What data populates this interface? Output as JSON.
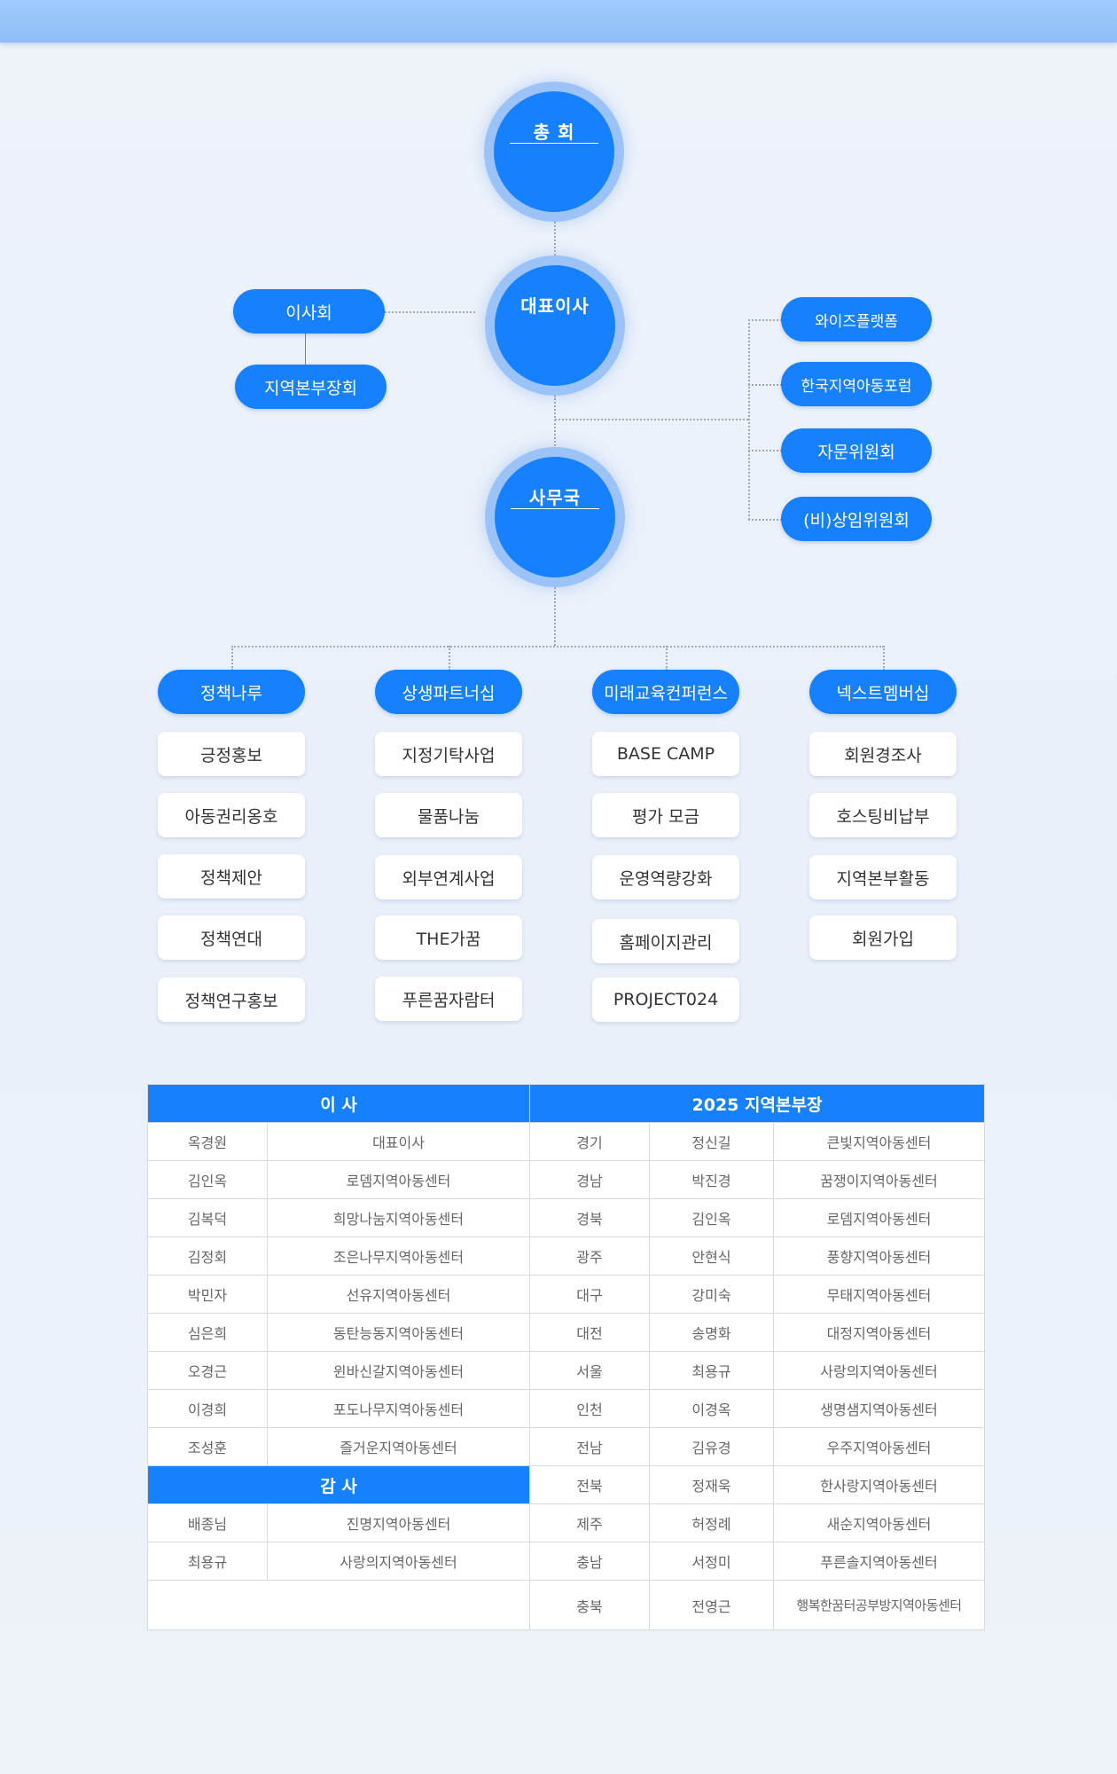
{
  "org": {
    "general_assembly": "총 회",
    "ceo": "대표이사",
    "secretariat": "사무국",
    "board": "이사회",
    "regional_heads_meeting": "지역본부장회",
    "side_units": [
      "와이즈플랫폼",
      "한국지역아동포럼",
      "자문위원회",
      "(비)상임위원회"
    ],
    "departments": [
      {
        "name": "정책나루",
        "items": [
          "긍정홍보",
          "아동권리옹호",
          "정책제안",
          "정책연대",
          "정책연구홍보"
        ]
      },
      {
        "name": "상생파트너십",
        "items": [
          "지정기탁사업",
          "물품나눔",
          "외부연계사업",
          "THE가꿈",
          "푸른꿈자람터"
        ]
      },
      {
        "name": "미래교육컨퍼런스",
        "items": [
          "BASE CAMP",
          "평가 모금",
          "운영역량강화",
          "홈페이지관리",
          "PROJECT024"
        ]
      },
      {
        "name": "넥스트멤버십",
        "items": [
          "회원경조사",
          "호스팅비납부",
          "지역본부활동",
          "회원가입"
        ]
      }
    ]
  },
  "directors": {
    "title": "이 사",
    "rows": [
      [
        "옥경원",
        "대표이사"
      ],
      [
        "김인옥",
        "로뎀지역아동센터"
      ],
      [
        "김복덕",
        "희망나눔지역아동센터"
      ],
      [
        "김정회",
        "조은나무지역아동센터"
      ],
      [
        "박민자",
        "선유지역아동센터"
      ],
      [
        "심은희",
        "동탄능동지역아동센터"
      ],
      [
        "오경근",
        "윈바신갈지역아동센터"
      ],
      [
        "이경희",
        "포도나무지역아동센터"
      ],
      [
        "조성훈",
        "즐거운지역아동센터"
      ]
    ]
  },
  "auditors": {
    "title": "감 사",
    "rows": [
      [
        "배종님",
        "진명지역아동센터"
      ],
      [
        "최용규",
        "사랑의지역아동센터"
      ]
    ]
  },
  "regional": {
    "title": "2025 지역본부장",
    "rows": [
      [
        "경기",
        "정신길",
        "큰빛지역아동센터"
      ],
      [
        "경남",
        "박진경",
        "꿈쟁이지역아동센터"
      ],
      [
        "경북",
        "김인옥",
        "로뎀지역아동센터"
      ],
      [
        "광주",
        "안현식",
        "풍향지역아동센터"
      ],
      [
        "대구",
        "강미숙",
        "무태지역아동센터"
      ],
      [
        "대전",
        "송명화",
        "대정지역아동센터"
      ],
      [
        "서울",
        "최용규",
        "사랑의지역아동센터"
      ],
      [
        "인천",
        "이경옥",
        "생명샘지역아동센터"
      ],
      [
        "전남",
        "김유경",
        "우주지역아동센터"
      ],
      [
        "전북",
        "정재욱",
        "한사랑지역아동센터"
      ],
      [
        "제주",
        "허정례",
        "새순지역아동센터"
      ],
      [
        "충남",
        "서정미",
        "푸른솔지역아동센터"
      ],
      [
        "충북",
        "전영근",
        "행복한꿈터공부방지역아동센터"
      ]
    ]
  }
}
